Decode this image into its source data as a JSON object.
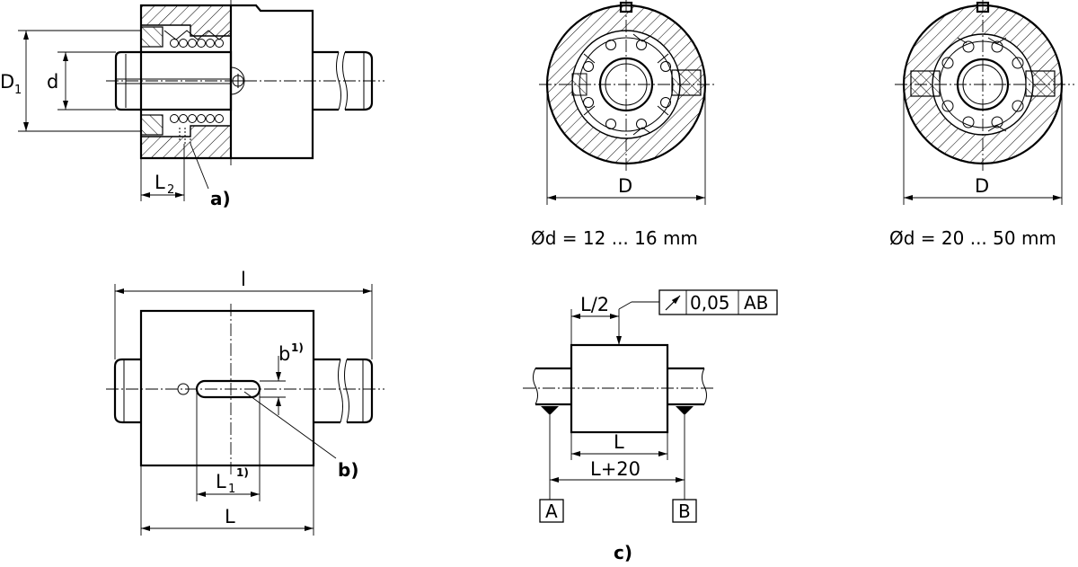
{
  "figure_a": {
    "label_D1": "D",
    "label_D1_sub": "1",
    "label_d": "d",
    "label_L2": "L",
    "label_L2_sub": "2",
    "callout": "a)"
  },
  "section_small": {
    "label_D": "D",
    "caption": "Ød = 12 ... 16 mm"
  },
  "section_large": {
    "label_D": "D",
    "caption": "Ød = 20 ... 50 mm"
  },
  "figure_b": {
    "label_l": "l",
    "label_b": "b",
    "label_b_sup": "1)",
    "label_L1": "L",
    "label_L1_sub": "1",
    "label_L1_sup": "1)",
    "label_L": "L",
    "callout": "b)"
  },
  "figure_c": {
    "label_half_L": "L/2",
    "tolerance_value": "0,05",
    "tolerance_datum": "AB",
    "label_L": "L",
    "label_L20": "L+20",
    "datum_A": "A",
    "datum_B": "B",
    "callout": "c)"
  }
}
